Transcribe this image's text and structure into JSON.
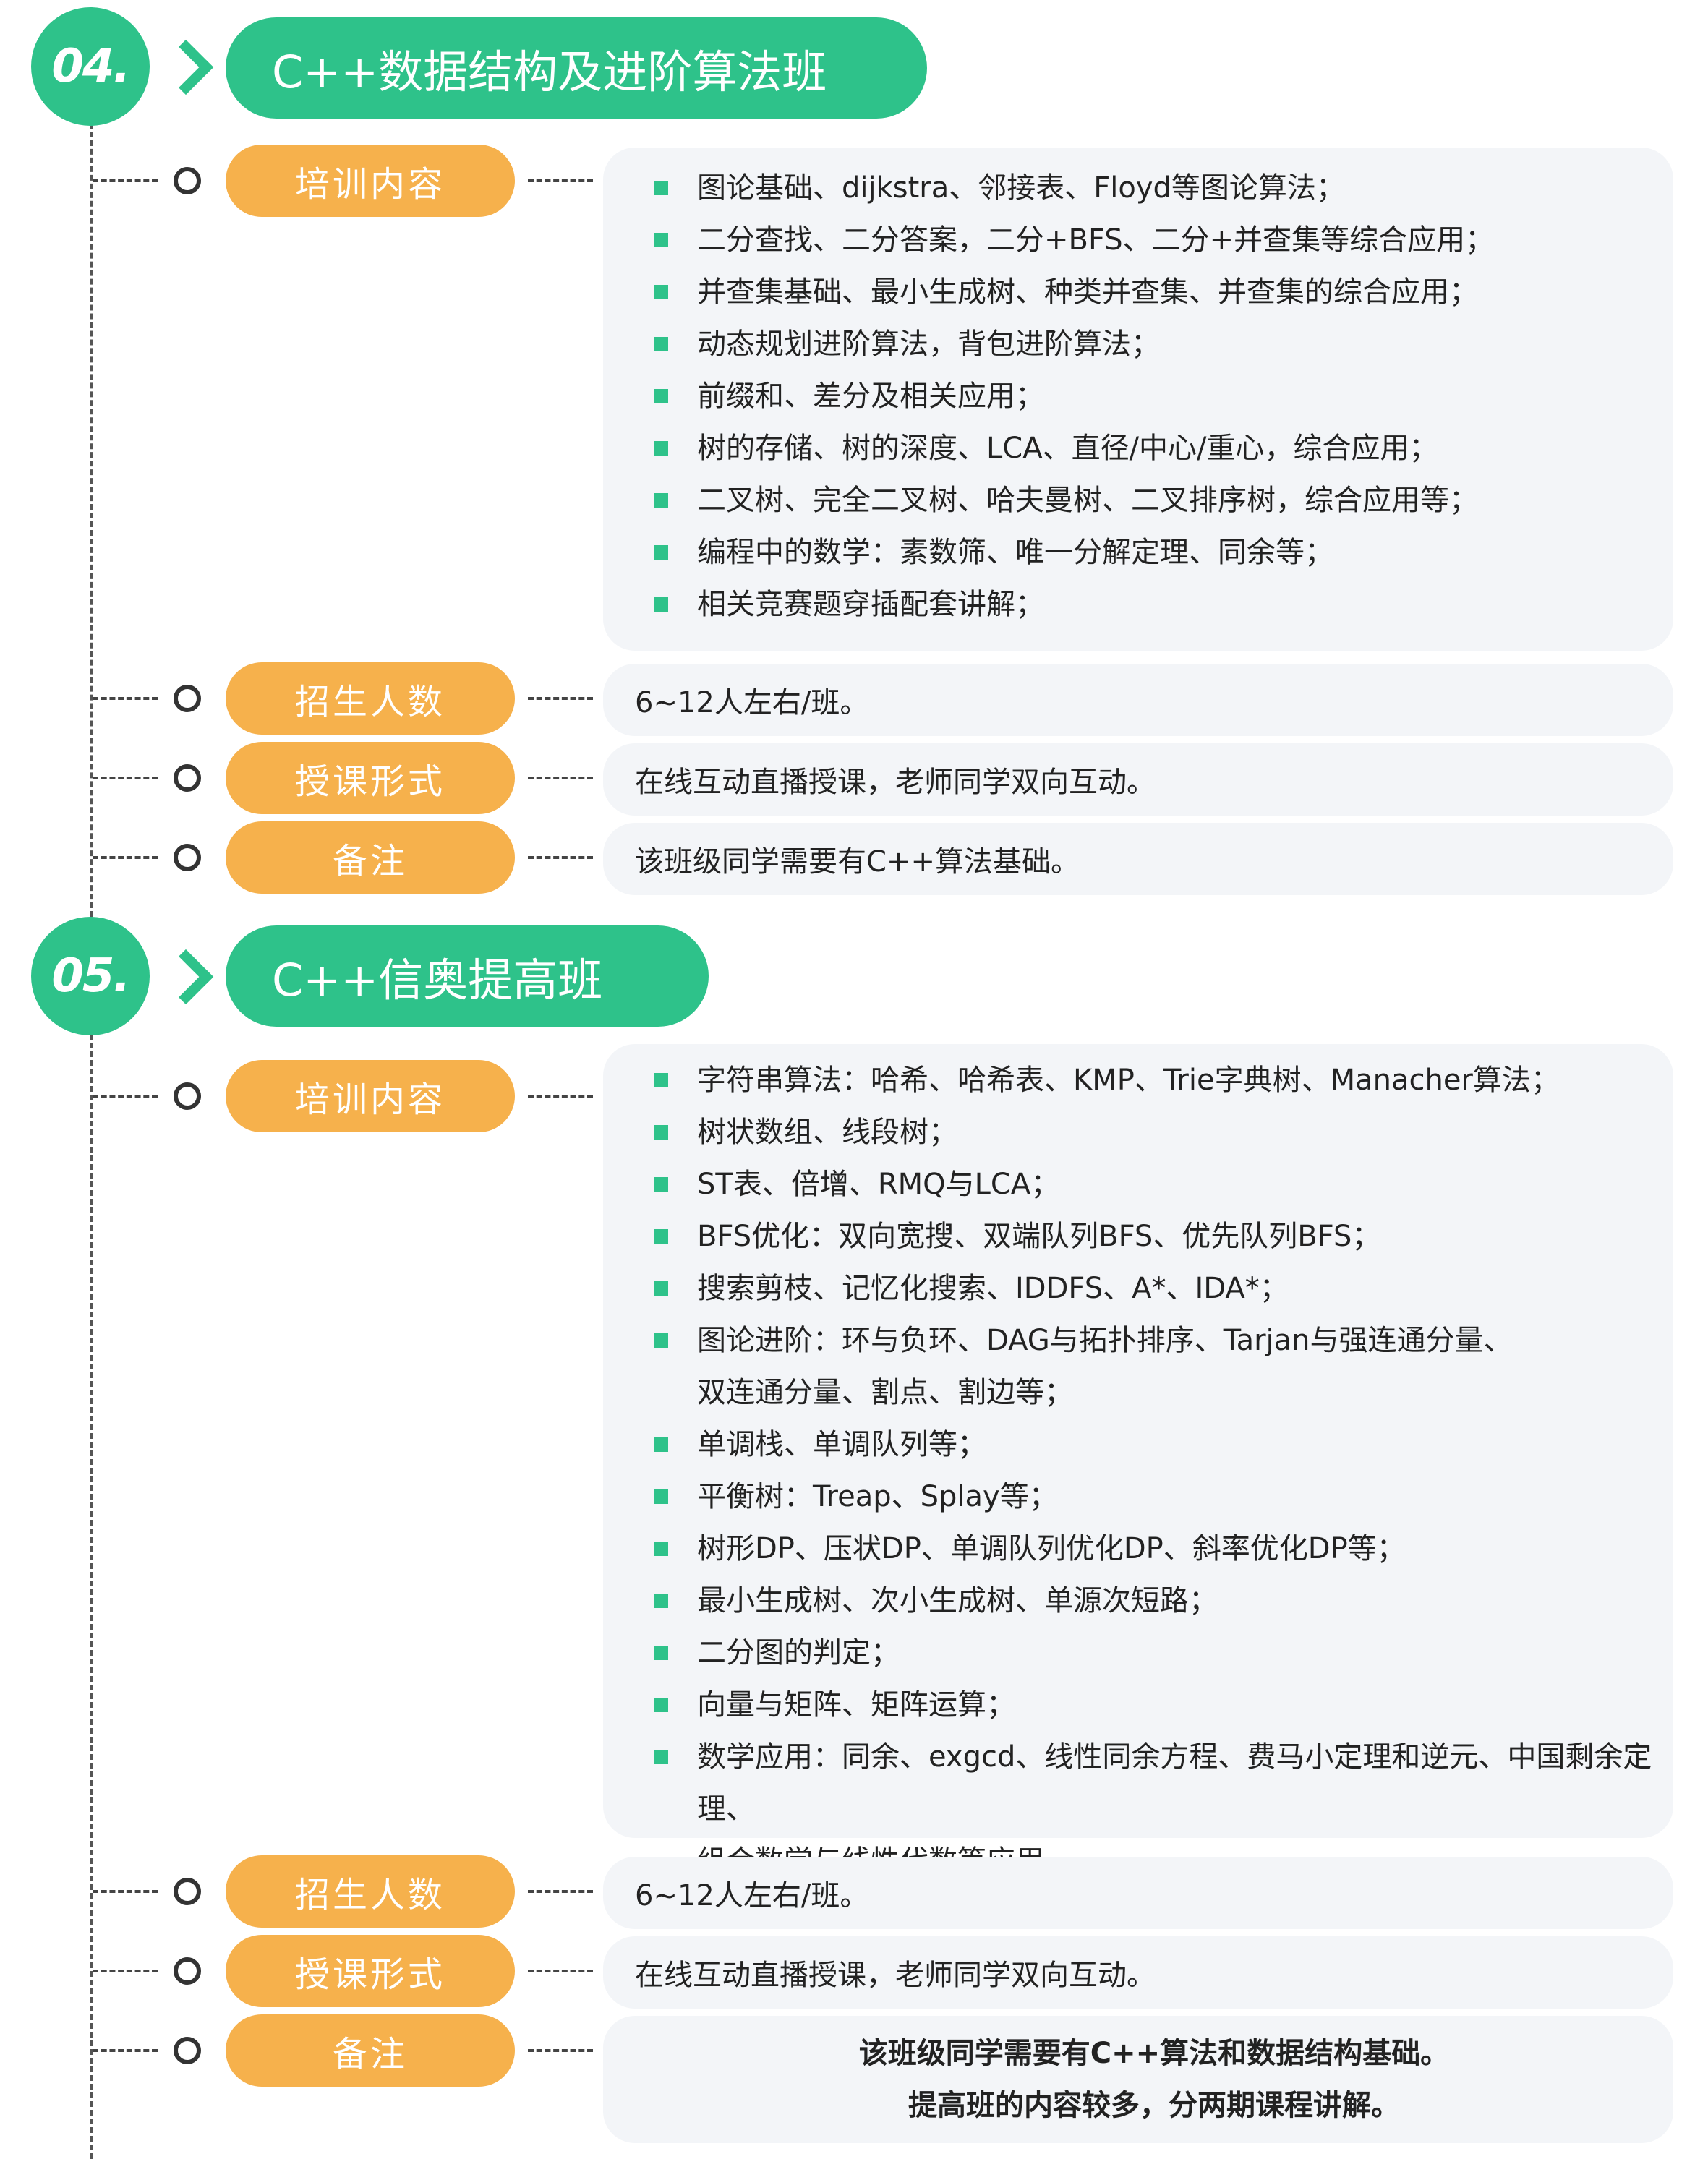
{
  "colors": {
    "accent_green": "#2ec28a",
    "accent_orange": "#f6b14c",
    "note_orange": "#f39a1b",
    "box_bg": "#f3f5f8"
  },
  "icons": {
    "bullet": "green-square-bullet-icon",
    "chevron": "chevron-right-icon",
    "row_marker": "circle-outline-icon"
  },
  "sections": [
    {
      "number": "04.",
      "title": "C++数据结构及进阶算法班",
      "content_label": "培训内容",
      "content_items": [
        "图论基础、dijkstra、邻接表、Floyd等图论算法；",
        "二分查找、二分答案，二分+BFS、二分+并查集等综合应用；",
        "并查集基础、最小生成树、种类并查集、并查集的综合应用；",
        "动态规划进阶算法，背包进阶算法；",
        "前缀和、差分及相关应用；",
        "树的存储、树的深度、LCA、直径/中心/重心，综合应用；",
        "二叉树、完全二叉树、哈夫曼树、二叉排序树，综合应用等；",
        "编程中的数学：素数筛、唯一分解定理、同余等；",
        "相关竞赛题穿插配套讲解；"
      ],
      "enroll_label": "招生人数",
      "enroll_value": "6~12人左右/班。",
      "format_label": "授课形式",
      "format_value": "在线互动直播授课，老师同学双向互动。",
      "note_label": "备注",
      "note_value": "该班级同学需要有C++算法基础。"
    },
    {
      "number": "05.",
      "title": "C++信奥提高班",
      "content_label": "培训内容",
      "content_items": [
        "字符串算法：哈希、哈希表、KMP、Trie字典树、Manacher算法；",
        "树状数组、线段树；",
        "ST表、倍增、RMQ与LCA；",
        "BFS优化：双向宽搜、双端队列BFS、优先队列BFS；",
        "搜索剪枝、记忆化搜索、IDDFS、A*、IDA*；",
        "图论进阶：环与负环、DAG与拓扑排序、Tarjan与强连通分量、",
        "双连通分量、割点、割边等；",
        "单调栈、单调队列等；",
        "平衡树：Treap、Splay等；",
        "树形DP、压状DP、单调队列优化DP、斜率优化DP等；",
        "最小生成树、次小生成树、单源次短路；",
        "二分图的判定；",
        "向量与矩阵、矩阵运算；",
        "数学应用：同余、exgcd、线性同余方程、费马小定理和逆元、中国剩余定理、",
        "组合数学与线性代数等应用。"
      ],
      "enroll_label": "招生人数",
      "enroll_value": "6~12人左右/班。",
      "format_label": "授课形式",
      "format_value": "在线互动直播授课，老师同学双向互动。",
      "note_label": "备注",
      "note_lines": [
        "该班级同学需要有C++算法和数据结构基础。",
        "提高班的内容较多，分两期课程讲解。"
      ]
    }
  ]
}
